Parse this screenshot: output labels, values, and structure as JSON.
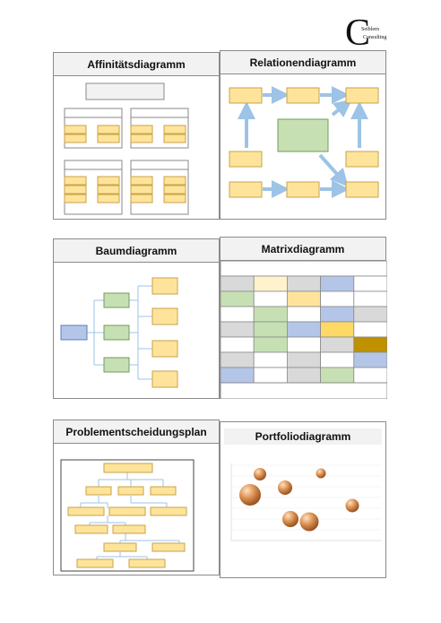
{
  "logo": {
    "letter_big": "C",
    "line1": "Seiblern",
    "line2": "Consulting"
  },
  "panels": {
    "affinity": {
      "title": "Affinitätsdiagramm"
    },
    "relation": {
      "title": "Relationendiagramm"
    },
    "tree": {
      "title": "Baumdiagramm"
    },
    "matrix": {
      "title": "Matrixdiagramm"
    },
    "problem": {
      "title": "Problementscheidungsplan"
    },
    "portfolio": {
      "title": "Portfoliodiagramm"
    }
  },
  "colors": {
    "yellow": "#fde49a",
    "yellow_border": "#caa24a",
    "green": "#c6e0b4",
    "green_border": "#6f9e5a",
    "blue": "#b4c6e7",
    "blue_border": "#5b7fbf",
    "gray": "#d9d9d9",
    "orange": "#ffd966",
    "dark_orange": "#bf9000",
    "light_yellow": "#fff2cc",
    "bubble": "#d9894a"
  },
  "matrix_cells": [
    [
      "gray",
      "light_yellow",
      "gray",
      "blue",
      "white"
    ],
    [
      "green",
      "white",
      "yellow",
      "white",
      "white"
    ],
    [
      "white",
      "green",
      "white",
      "blue",
      "gray"
    ],
    [
      "gray",
      "green",
      "blue",
      "orange",
      "white"
    ],
    [
      "white",
      "green",
      "white",
      "gray",
      "dark_orange"
    ],
    [
      "gray",
      "white",
      "gray",
      "white",
      "blue"
    ],
    [
      "blue",
      "white",
      "gray",
      "green",
      "white"
    ]
  ]
}
